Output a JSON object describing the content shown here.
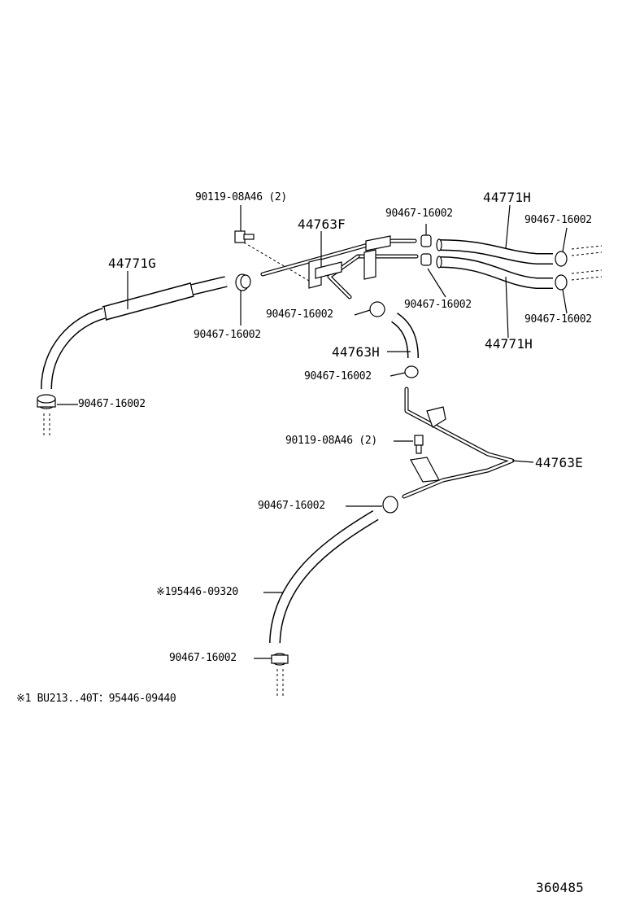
{
  "labels": {
    "bolt_top": "90119-08A46 (2)",
    "pipe_44763F": "44763F",
    "clamp_top_center": "90467-16002",
    "hose_44771H_top": "44771H",
    "clamp_right_top": "90467-16002",
    "hose_44771G": "44771G",
    "clamp_left_mid": "90467-16002",
    "clamp_center_mid": "90467-16002",
    "clamp_center_lower": "90467-16002",
    "clamp_right_bottom": "90467-16002",
    "hose_44771H_bottom": "44771H",
    "hose_44763H": "44763H",
    "clamp_44763H_end": "90467-16002",
    "clamp_left_bottom": "90467-16002",
    "bolt_lower": "90119-08A46 (2)",
    "pipe_44763E": "44763E",
    "clamp_lower_hose_top": "90467-16002",
    "hose_lower": "※195446-09320",
    "clamp_lower_hose_bottom": "90467-16002",
    "footnote": "※1 BU213..40T：95446-09440",
    "diagram_number": "360485"
  }
}
